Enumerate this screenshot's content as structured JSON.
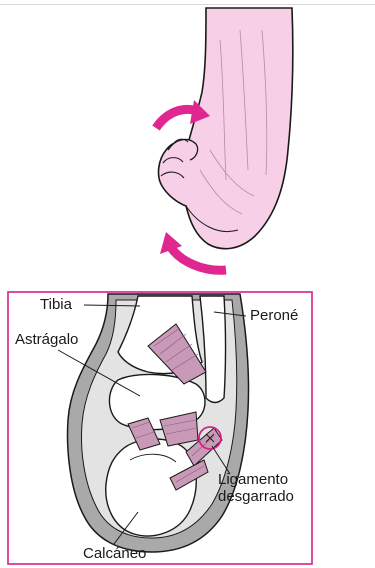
{
  "colors": {
    "frame": "#d6218a",
    "arrow": "#e0278f",
    "skin": "#f7cfe6",
    "ligament": "#c99ab8",
    "bone": "#ffffff",
    "shadow": "#a9a9a9",
    "outline": "#1a1a1a"
  },
  "labels": {
    "tibia": "Tibia",
    "perone": "Peroné",
    "astragalo": "Astrágalo",
    "ligamento_line1": "Ligamento",
    "ligamento_line2": "desgarrado",
    "calcaneo": "Calcáneo"
  },
  "icons": {
    "rotation_arrow_top": "curved-arrow-icon",
    "rotation_arrow_bottom": "curved-arrow-icon",
    "tear_marker": "circle-highlight-icon"
  }
}
